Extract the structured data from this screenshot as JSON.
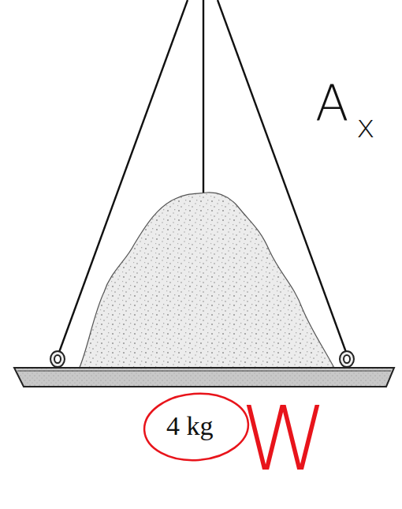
{
  "diagram": {
    "labels": [
      "4 kg",
      "W",
      "A",
      "x"
    ]
  }
}
